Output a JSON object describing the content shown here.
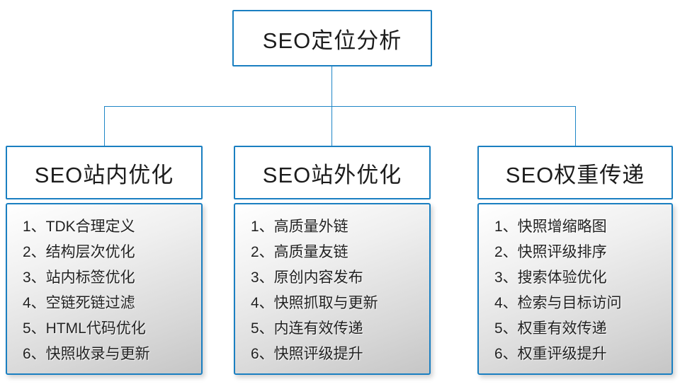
{
  "diagram": {
    "root": {
      "title": "SEO定位分析"
    },
    "columns": [
      {
        "title": "SEO站内优化",
        "items": [
          "1、TDK合理定义",
          "2、结构层次优化",
          "3、站内标签优化",
          "4、空链死链过滤",
          "5、HTML代码优化",
          "6、快照收录与更新"
        ]
      },
      {
        "title": "SEO站外优化",
        "items": [
          "1、高质量外链",
          "2、高质量友链",
          "3、原创内容发布",
          "4、快照抓取与更新",
          "5、内连有效传递",
          "6、快照评级提升"
        ]
      },
      {
        "title": "SEO权重传递",
        "items": [
          "1、快照增缩略图",
          "2、快照评级排序",
          "3、搜索体验优化",
          "4、检索与目标访问",
          "5、权重有效传递",
          "6、权重评级提升"
        ]
      }
    ],
    "colors": {
      "border": "#1a7fc1",
      "line": "#1f86c6",
      "body_gradient_start": "#ffffff",
      "body_gradient_end": "#c6c6c6",
      "text": "#1c1c1c"
    }
  }
}
